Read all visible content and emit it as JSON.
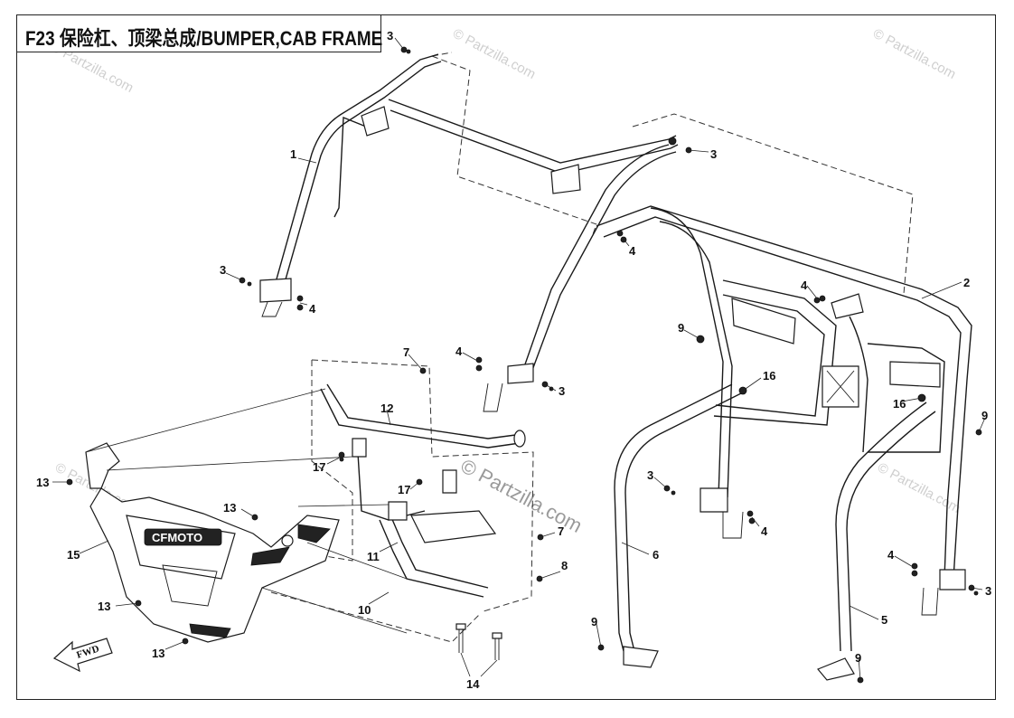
{
  "title": "F23 保险杠、顶梁总成/BUMPER,CAB FRAME",
  "watermark": "© Partzilla.com",
  "fwd_label": "FWD",
  "brand_logo": "CFMOTO",
  "callouts": {
    "c1": "1",
    "c2": "2",
    "c3a": "3",
    "c3b": "3",
    "c3c": "3",
    "c3d": "3",
    "c3e": "3",
    "c3f": "3",
    "c4a": "4",
    "c4b": "4",
    "c4c": "4",
    "c4d": "4",
    "c4e": "4",
    "c4f": "4",
    "c5": "5",
    "c6": "6",
    "c7a": "7",
    "c7b": "7",
    "c8": "8",
    "c9a": "9",
    "c9b": "9",
    "c9c": "9",
    "c9d": "9",
    "c10": "10",
    "c11": "11",
    "c12": "12",
    "c13a": "13",
    "c13b": "13",
    "c13c": "13",
    "c13d": "13",
    "c14": "14",
    "c15": "15",
    "c16a": "16",
    "c16b": "16",
    "c17a": "17",
    "c17b": "17"
  }
}
